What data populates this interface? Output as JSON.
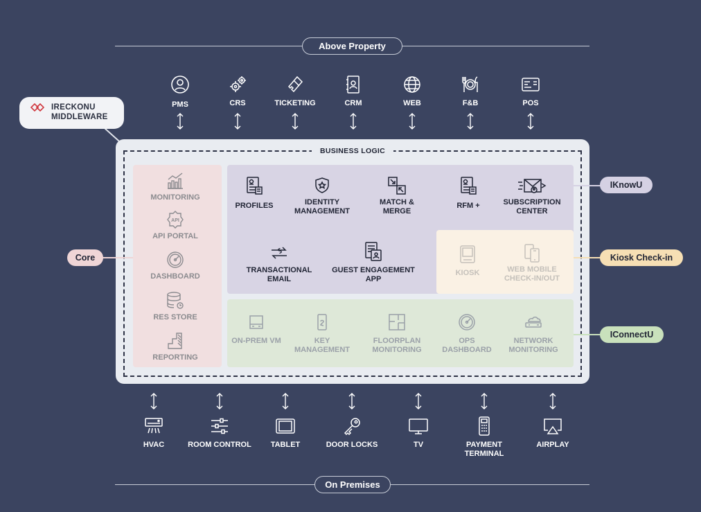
{
  "above_label": "Above Property",
  "below_label": "On Premises",
  "brand": {
    "line1": "IRECKONU",
    "line2": "MIDDLEWARE",
    "accent": "#d0383f"
  },
  "business_logic": "BUSINESS LOGIC",
  "top_systems": [
    {
      "label": "PMS",
      "icon": "user-icon"
    },
    {
      "label": "CRS",
      "icon": "gears-icon"
    },
    {
      "label": "TICKETING",
      "icon": "ticket-icon"
    },
    {
      "label": "CRM",
      "icon": "contact-book-icon"
    },
    {
      "label": "WEB",
      "icon": "globe-icon"
    },
    {
      "label": "F&B",
      "icon": "plate-cutlery-icon"
    },
    {
      "label": "POS",
      "icon": "card-terminal-icon"
    }
  ],
  "bottom_systems": [
    {
      "label": "HVAC",
      "icon": "air-conditioner-icon"
    },
    {
      "label": "ROOM CONTROL",
      "icon": "sliders-icon"
    },
    {
      "label": "TABLET",
      "icon": "tablet-icon"
    },
    {
      "label": "DOOR LOCKS",
      "icon": "key-icon"
    },
    {
      "label": "TV",
      "icon": "tv-icon"
    },
    {
      "label": "PAYMENT TERMINAL",
      "icon": "payment-terminal-icon"
    },
    {
      "label": "AIRPLAY",
      "icon": "airplay-icon"
    }
  ],
  "core": {
    "tag": "Core",
    "color": "#efd5d6",
    "modules": [
      {
        "label": "MONITORING",
        "icon": "chart-icon"
      },
      {
        "label": "API PORTAL",
        "icon": "api-icon"
      },
      {
        "label": "DASHBOARD",
        "icon": "gauge-icon"
      },
      {
        "label": "RES STORE",
        "icon": "database-icon"
      },
      {
        "label": "REPORTING",
        "icon": "bar-steps-icon"
      }
    ]
  },
  "iknowu": {
    "tag": "IKnowU",
    "color": "#d5d1e3",
    "modules": [
      {
        "label": "PROFILES",
        "icon": "profile-doc-icon"
      },
      {
        "label": "IDENTITY MANAGEMENT",
        "icon": "shield-icon"
      },
      {
        "label": "MATCH & MERGE",
        "icon": "merge-icon"
      },
      {
        "label": "RFM +",
        "icon": "profile-doc-icon"
      },
      {
        "label": "SUBSCRIPTION CENTER",
        "icon": "envelope-icon"
      },
      {
        "label": "TRANSACTIONAL EMAIL",
        "icon": "exchange-icon"
      },
      {
        "label": "GUEST ENGAGEMENT APP",
        "icon": "guest-doc-icon"
      }
    ]
  },
  "kiosk": {
    "tag": "Kiosk Check-in",
    "color": "#f6dfb4",
    "modules": [
      {
        "label": "KIOSK",
        "icon": "kiosk-icon"
      },
      {
        "label": "WEB MOBILE CHECK-IN/OUT",
        "icon": "mobile-devices-icon"
      }
    ]
  },
  "iconnectu": {
    "tag": "IConnectU",
    "color": "#c9e1bc",
    "modules": [
      {
        "label": "ON-PREM VM",
        "icon": "server-icon"
      },
      {
        "label": "KEY MANAGEMENT",
        "icon": "keycard-icon"
      },
      {
        "label": "FLOORPLAN MONITORING",
        "icon": "floorplan-icon"
      },
      {
        "label": "OPS DASHBOARD",
        "icon": "gauge-icon"
      },
      {
        "label": "NETWORK MONITORING",
        "icon": "network-icon"
      }
    ]
  }
}
